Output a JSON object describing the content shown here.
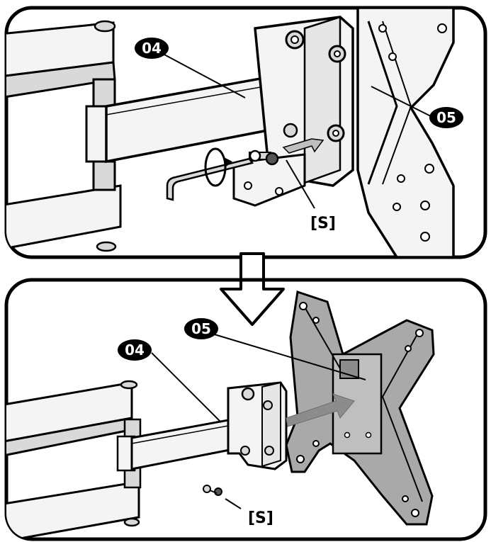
{
  "colors": {
    "panel_border": "#000000",
    "background": "#ffffff",
    "metal_light": "#f4f4f4",
    "metal_mid": "#d9d9d9",
    "plate_gray": "#a9a9a9",
    "arrow_gray": "#8c8c8c",
    "badge_fill": "#000000",
    "badge_text": "#ffffff"
  },
  "top_panel": {
    "callout_arm": "04",
    "callout_plate": "05",
    "callout_screws": "[S]"
  },
  "bottom_panel": {
    "callout_arm": "04",
    "callout_plate": "05",
    "callout_screws": "[S]"
  },
  "icons": {
    "transition_arrow": "down-arrow-icon",
    "hex_key": "hex-key-icon",
    "rotation": "rotation-arrow-icon",
    "screw": "screw-icon"
  }
}
